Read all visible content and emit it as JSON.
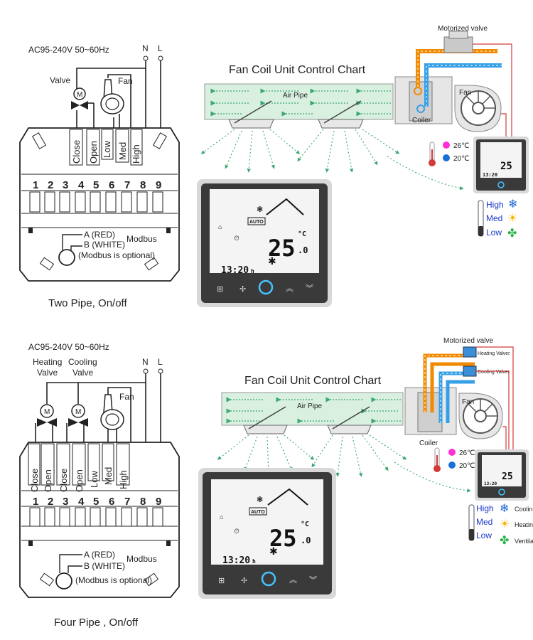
{
  "top": {
    "supply": "AC95-240V  50~60Hz",
    "n": "N",
    "l": "L",
    "valve": "Valve",
    "fan": "Fan",
    "terminals": [
      "Close",
      "Open",
      "Low",
      "Med",
      "High"
    ],
    "numbers": [
      "1",
      "2",
      "3",
      "4",
      "5",
      "6",
      "7",
      "8",
      "9"
    ],
    "modbus_a": "A (RED)",
    "modbus": "Modbus",
    "modbus_b": "B (WHITE)",
    "modbus_note": "(Modbus is optional)",
    "caption": "Two Pipe, On/off",
    "chart_title": "Fan Coil Unit Control Chart",
    "air_pipe": "Air Pipe",
    "motorized_valve": "Motorized valve",
    "coiler": "Coiler",
    "fan_unit": "Fan",
    "temp_hot": "26℃",
    "temp_cold": "20℃",
    "speed_high": "High",
    "speed_med": "Med",
    "speed_low": "Low"
  },
  "bottom": {
    "supply": "AC95-240V  50~60Hz",
    "n": "N",
    "l": "L",
    "heating_valve_1": "Heating",
    "heating_valve_2": "Valve",
    "cooling_valve_1": "Cooling",
    "cooling_valve_2": "Valve",
    "fan": "Fan",
    "terminals": [
      "Close",
      "Open",
      "Close",
      "Open",
      "Low",
      "Med",
      "High"
    ],
    "numbers": [
      "1",
      "2",
      "3",
      "4",
      "5",
      "6",
      "7",
      "8",
      "9"
    ],
    "modbus_a": "A (RED)",
    "modbus": "Modbus",
    "modbus_b": "B (WHITE)",
    "modbus_note": "(Modbus is optional)",
    "caption": "Four Pipe , On/off",
    "chart_title": "Fan Coil Unit Control Chart",
    "air_pipe": "Air Pipe",
    "motorized_valve": "Motorized valve",
    "heating_valver": "Heating Valver",
    "cooling_valver": "Cooling Valver",
    "coiler": "Coiler",
    "fan_unit": "Fan",
    "temp_hot": "26℃",
    "temp_cold": "20℃",
    "speed_high": "High",
    "speed_med": "Med",
    "speed_low": "Low",
    "mode_cool": "Cooling",
    "mode_heat": "Heating",
    "mode_vent": "Ventilat"
  },
  "display": {
    "temp": "25",
    "decimal": ".0",
    "unit": "°C",
    "time": "13:20",
    "time_suffix": "h",
    "auto": "AUTO"
  },
  "colors": {
    "hot": "#f08a00",
    "cold": "#35a0e6",
    "pipe_fill": "#d9efe0",
    "arrow": "#3aa870",
    "wire_red": "#d23a3a"
  }
}
